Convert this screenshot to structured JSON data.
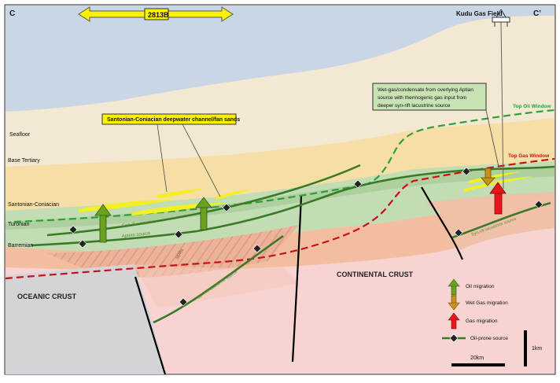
{
  "section": {
    "start_label": "C",
    "end_label": "C’"
  },
  "well": {
    "name": "2813B"
  },
  "gas_field": {
    "label": "Kudu Gas Field"
  },
  "horizons": {
    "seafloor": "Seafloor",
    "base_tertiary": "Base Tertiary",
    "santonian_coniacian": "Santonian-Coniacian",
    "turonian": "Turonian",
    "barremian": "Barremian"
  },
  "callouts": {
    "sands": "Santonian-Coniacian deepwater channel/fan sands",
    "wetgas_lines": [
      "Wet-gas/condensate from overlying Aptian",
      "source with thermogenic gas input from",
      "deeper syn-rift lacustrine source"
    ]
  },
  "windows": {
    "oil": "Top Oil Window",
    "gas": "Top Gas Window"
  },
  "source_labels": {
    "cen_tur": "Cen-Tur source",
    "aptian": "Aptian source",
    "synrift_left": "Syn-rift lacustrine source",
    "synrift_right": "Syn-rift lacustrine source",
    "sdrs": "SDRs"
  },
  "crust": {
    "oceanic": "OCEANIC CRUST",
    "continental": "CONTINENTAL CRUST"
  },
  "legend": {
    "oil": "Oil migration",
    "wet_gas": "Wet Gas migration",
    "gas": "Gas migration",
    "source": "Oil-prone source"
  },
  "scale": {
    "horizontal": "20km",
    "vertical": "1km"
  },
  "colors": {
    "oil_arrow": "#6aa121",
    "wet_gas_arrow": "#c8921a",
    "gas_arrow": "#e8151b",
    "source_line": "#3a7a26",
    "oil_window": "#2e9e3a",
    "gas_window": "#c8101a",
    "sand": "#f2ef22"
  }
}
